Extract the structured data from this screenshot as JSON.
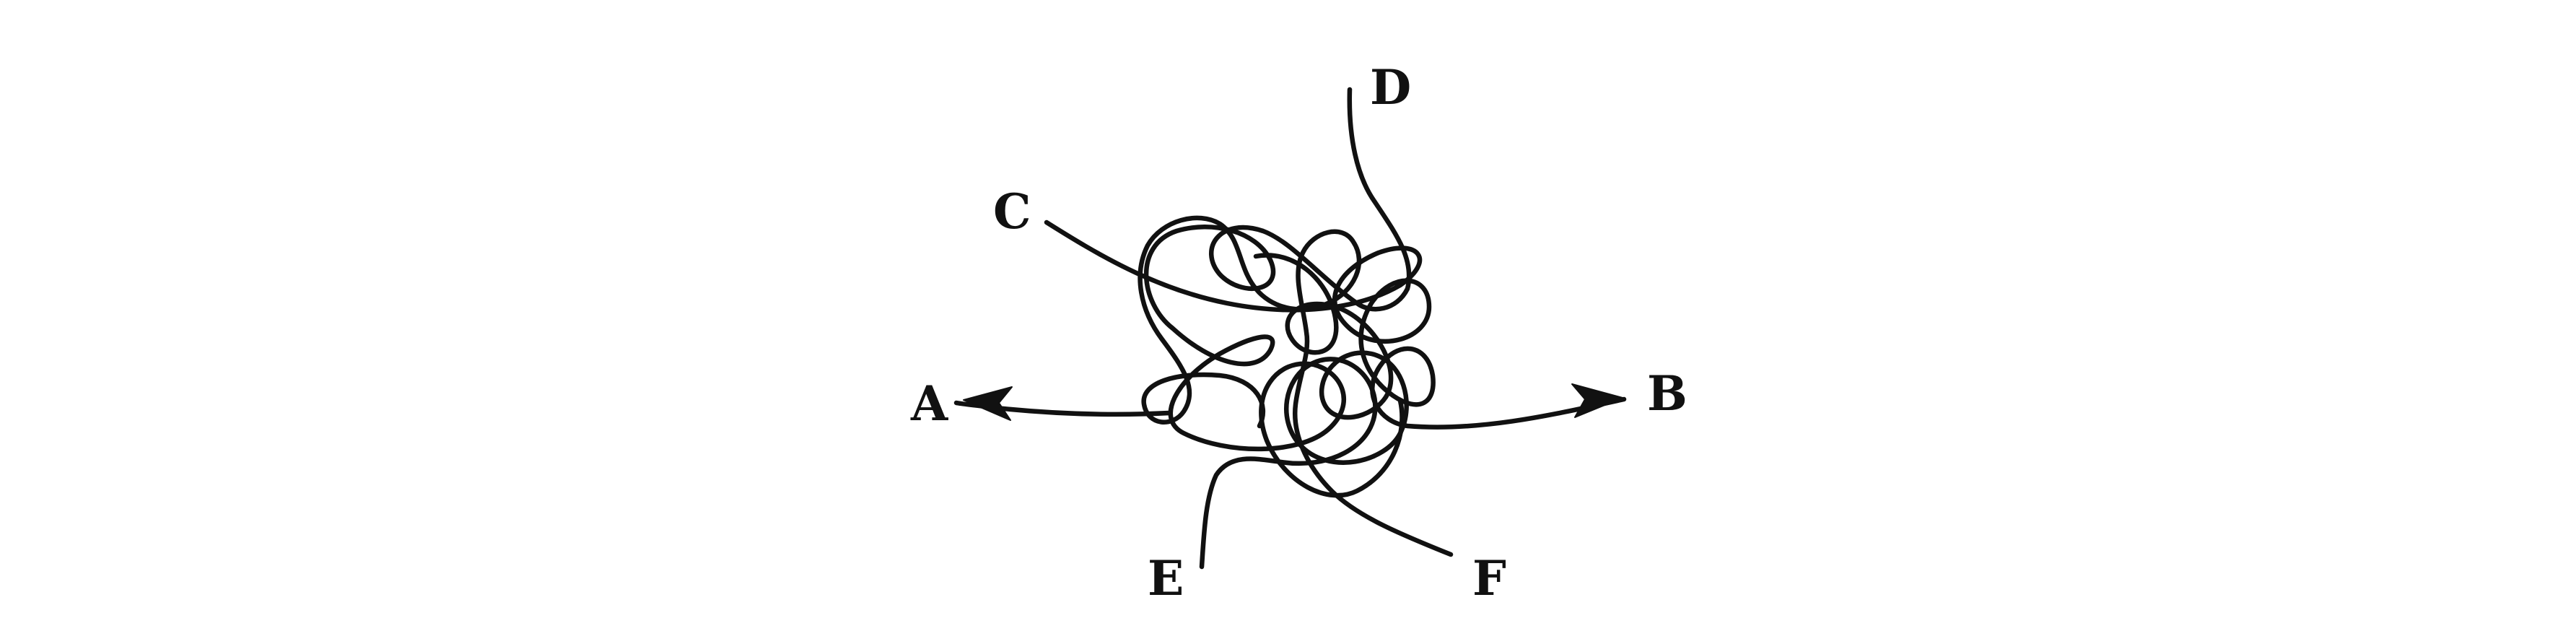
{
  "labels": {
    "A": "A",
    "B": "B",
    "C": "C",
    "D": "D",
    "E": "E",
    "F": "F"
  },
  "colors": {
    "ink": "#111111",
    "background": "#ffffff"
  }
}
